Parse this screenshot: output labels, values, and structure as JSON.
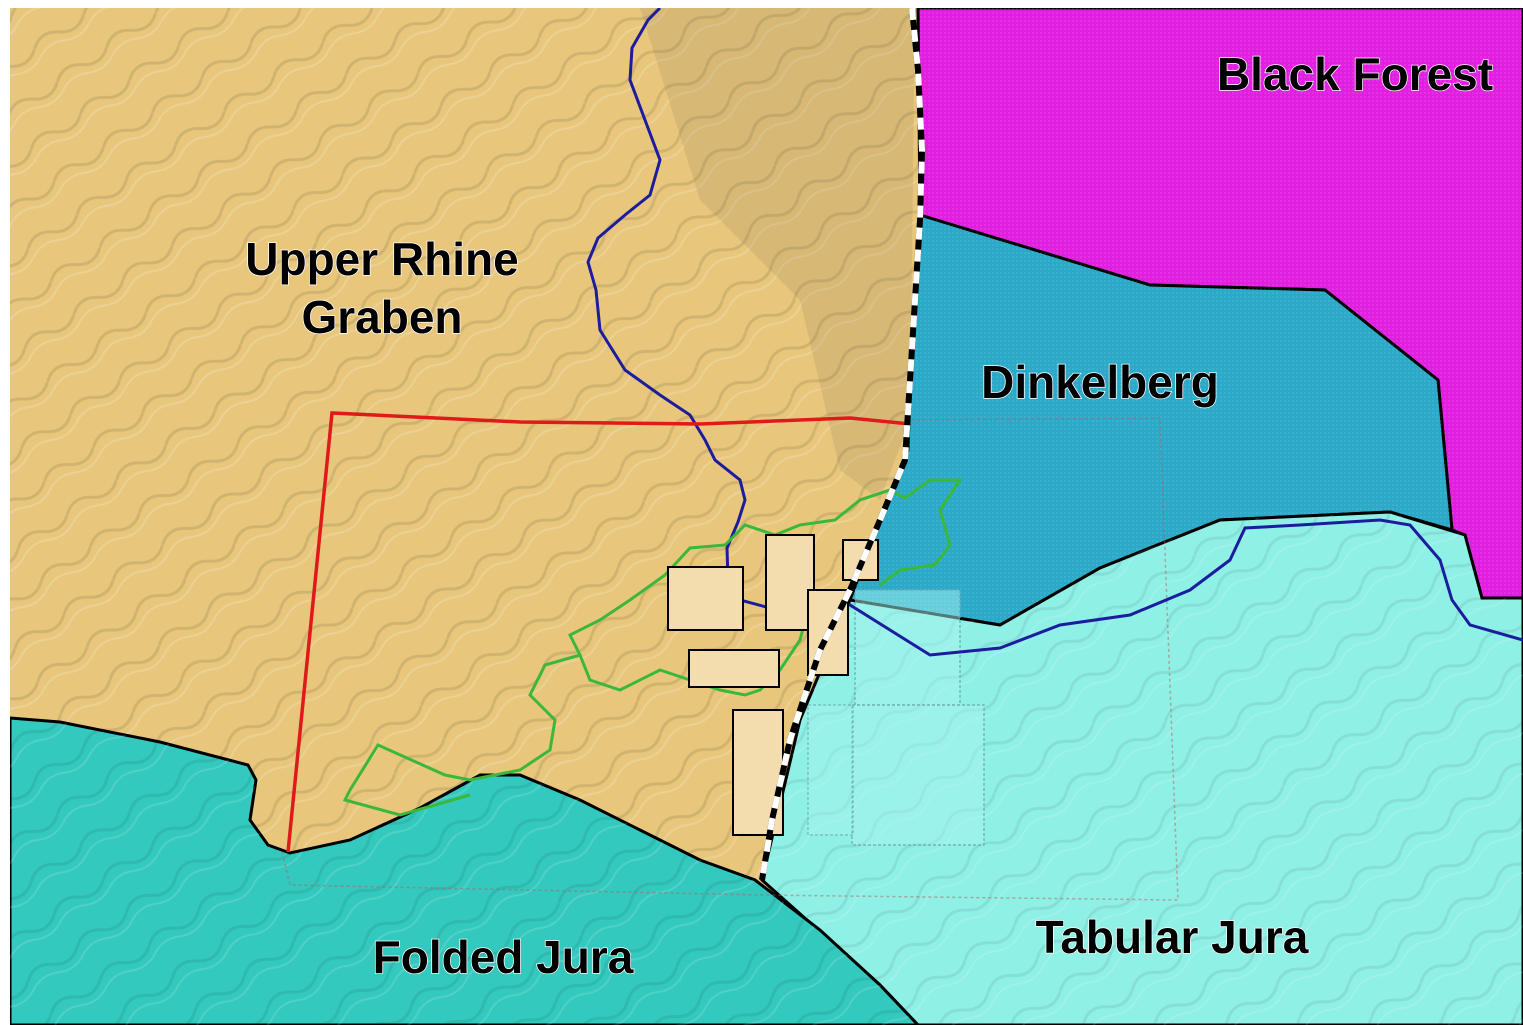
{
  "map": {
    "regions": [
      {
        "id": "upper-rhine-graben",
        "label_lines": [
          "Upper Rhine",
          "Graben"
        ],
        "color": "#e8c77c"
      },
      {
        "id": "black-forest",
        "label_lines": [
          "Black Forest"
        ],
        "color": "#e21fe0"
      },
      {
        "id": "dinkelberg",
        "label_lines": [
          "Dinkelberg"
        ],
        "color": "#2aa9c9"
      },
      {
        "id": "tabular-jura",
        "label_lines": [
          "Tabular Jura"
        ],
        "color": "#8ff0e6"
      },
      {
        "id": "folded-jura",
        "label_lines": [
          "Folded Jura"
        ],
        "color": "#33c9be"
      }
    ],
    "line_colors": {
      "river": "#1c1c9e",
      "study_area_boundary": "#e01a1a",
      "green_boundary": "#3bb83b",
      "fault_dashed": "#ffffff",
      "region_border": "#000000"
    }
  }
}
